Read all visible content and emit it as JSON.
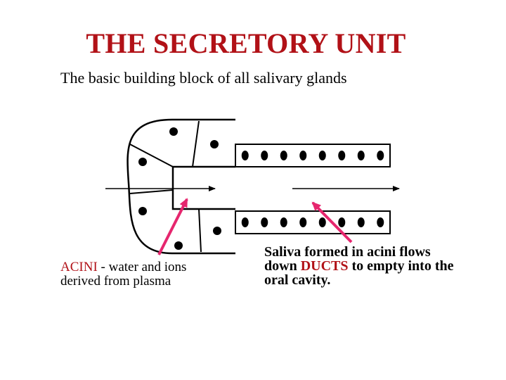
{
  "title": "THE SECRETORY UNIT",
  "subtitle": "The basic building block of all salivary glands",
  "acini_caption": {
    "term": "ACINI",
    "text_line1": " - water and ions",
    "text_line2": "derived from plasma"
  },
  "ducts_caption": {
    "line1": "Saliva formed in acini flows",
    "line2_prefix": "down ",
    "term": "DUCTS",
    "line2_suffix": " to empty into the",
    "line3": "oral cavity."
  },
  "colors": {
    "title": "#b11117",
    "highlight_term": "#b11117",
    "pointer_arrow": "#e6266e",
    "outline": "#000000"
  },
  "diagram": {
    "duct_cells_per_row": 8,
    "acinar_cells": 5
  }
}
